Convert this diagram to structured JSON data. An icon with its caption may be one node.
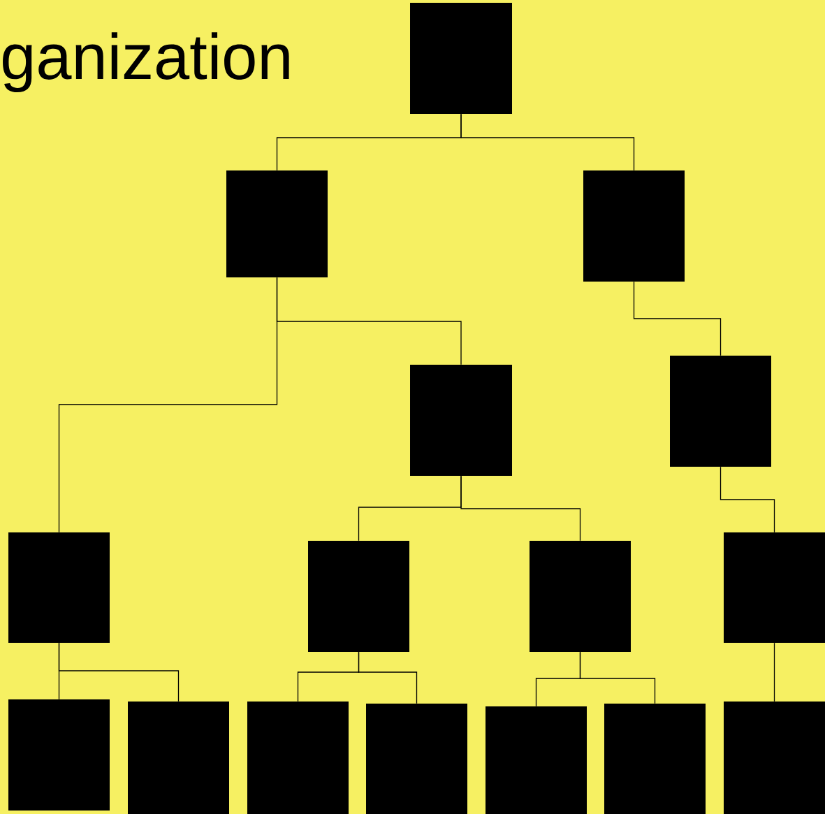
{
  "diagram": {
    "title": "ganization",
    "nodes": [
      {
        "text": [],
        "shape": "box"
      },
      {
        "text": [],
        "shape": "box"
      },
      {
        "text": [],
        "shape": "box"
      },
      {
        "text": [],
        "shape": "box"
      },
      {
        "text": [],
        "shape": "box"
      },
      {
        "text": [],
        "shape": "box"
      },
      {
        "text": [],
        "shape": "box"
      },
      {
        "text": [],
        "shape": "box"
      },
      {
        "text": [],
        "shape": "box"
      },
      {
        "text": [],
        "shape": "box"
      },
      {
        "text": [],
        "shape": "box"
      },
      {
        "text": [],
        "shape": "box"
      },
      {
        "text": [],
        "shape": "box"
      },
      {
        "text": [],
        "shape": "box"
      },
      {
        "text": [],
        "shape": "box"
      },
      {
        "text": [],
        "shape": "box"
      }
    ],
    "edges": [
      {
        "from": 0,
        "to": 1,
        "arrow": "none"
      },
      {
        "from": 0,
        "to": 2,
        "arrow": "none"
      },
      {
        "from": 1,
        "to": 3,
        "arrow": "none"
      },
      {
        "from": 1,
        "to": 5,
        "arrow": "none"
      },
      {
        "from": 2,
        "to": 4,
        "arrow": "none"
      },
      {
        "from": 3,
        "to": 6,
        "arrow": "none"
      },
      {
        "from": 3,
        "to": 7,
        "arrow": "none"
      },
      {
        "from": 4,
        "to": 8,
        "arrow": "none"
      },
      {
        "from": 5,
        "to": 9,
        "arrow": "none"
      },
      {
        "from": 5,
        "to": 10,
        "arrow": "none"
      },
      {
        "from": 6,
        "to": 11,
        "arrow": "none"
      },
      {
        "from": 6,
        "to": 12,
        "arrow": "none"
      },
      {
        "from": 7,
        "to": 13,
        "arrow": "none"
      },
      {
        "from": 7,
        "to": 14,
        "arrow": "none"
      },
      {
        "from": 8,
        "to": 15,
        "arrow": "none"
      }
    ]
  }
}
